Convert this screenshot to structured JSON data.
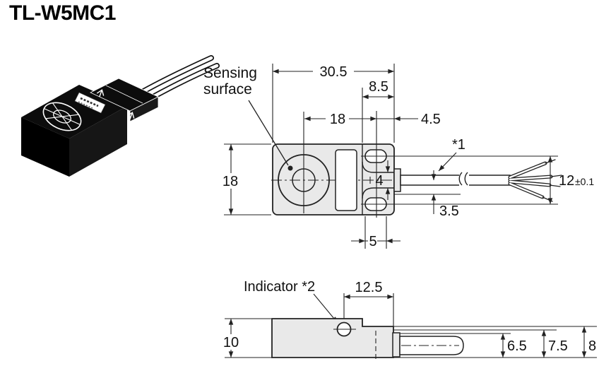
{
  "title": "TL-W5MC1",
  "top_view": {
    "labels": {
      "sensing_surface_line1": "Sensing",
      "sensing_surface_line2": "surface",
      "cable_ref": "*1"
    },
    "dims": {
      "overall_length": "30.5",
      "hole_section": "8.5",
      "center_to_hole": "18",
      "hole_to_end": "4.5",
      "body_width": "18",
      "neck_width": "4",
      "cable_to_hole": "3.5",
      "slot_length": "5",
      "hole_pitch": "12",
      "hole_pitch_tolerance": "±0.1"
    }
  },
  "side_view": {
    "labels": {
      "indicator": "Indicator *2"
    },
    "dims": {
      "indicator_to_end": "12.5",
      "body_height": "10",
      "cable_section_height": "6.5",
      "step_mid_height": "7.5",
      "step_height": "8"
    }
  },
  "colors": {
    "line": "#222222",
    "body_fill": "#e9e9e9",
    "product_black": "#0c0c0c",
    "background": "#ffffff"
  }
}
